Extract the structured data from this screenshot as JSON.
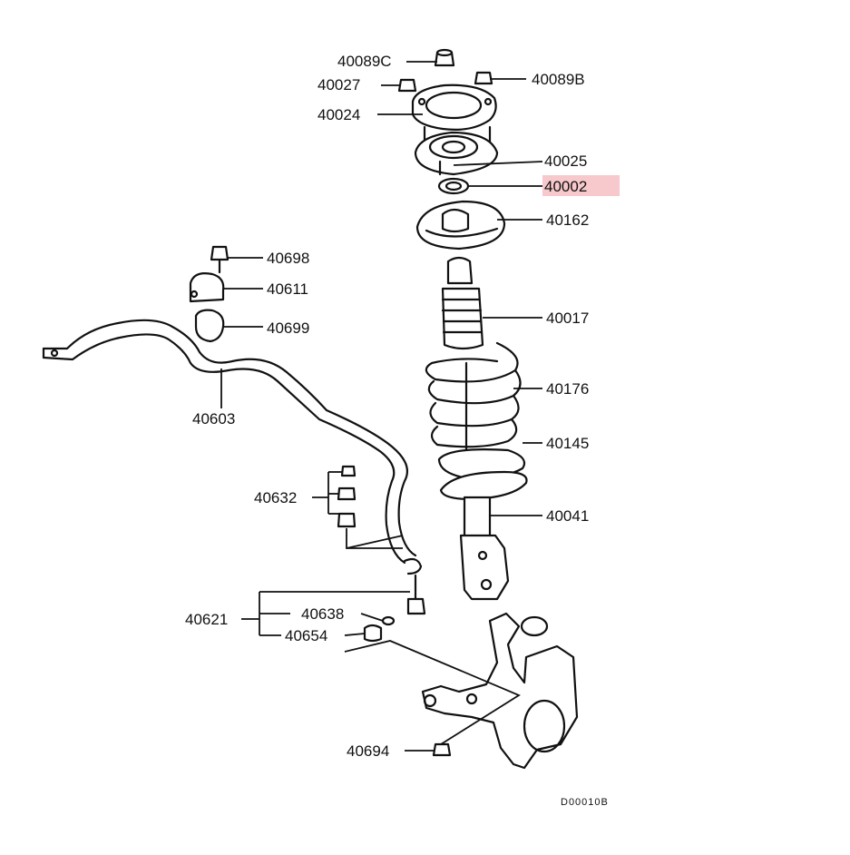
{
  "diagram": {
    "highlight_color": "#f7c8cc",
    "highlighted_part": "40002",
    "drawing_code": "D00010B",
    "parts": {
      "p40089C": "40089C",
      "p40027": "40027",
      "p40089B": "40089B",
      "p40024": "40024",
      "p40025": "40025",
      "p40002": "40002",
      "p40162": "40162",
      "p40698": "40698",
      "p40611": "40611",
      "p40699": "40699",
      "p40017": "40017",
      "p40603": "40603",
      "p40176": "40176",
      "p40145": "40145",
      "p40632": "40632",
      "p40041": "40041",
      "p40621": "40621",
      "p40638": "40638",
      "p40654": "40654",
      "p40694": "40694"
    }
  }
}
